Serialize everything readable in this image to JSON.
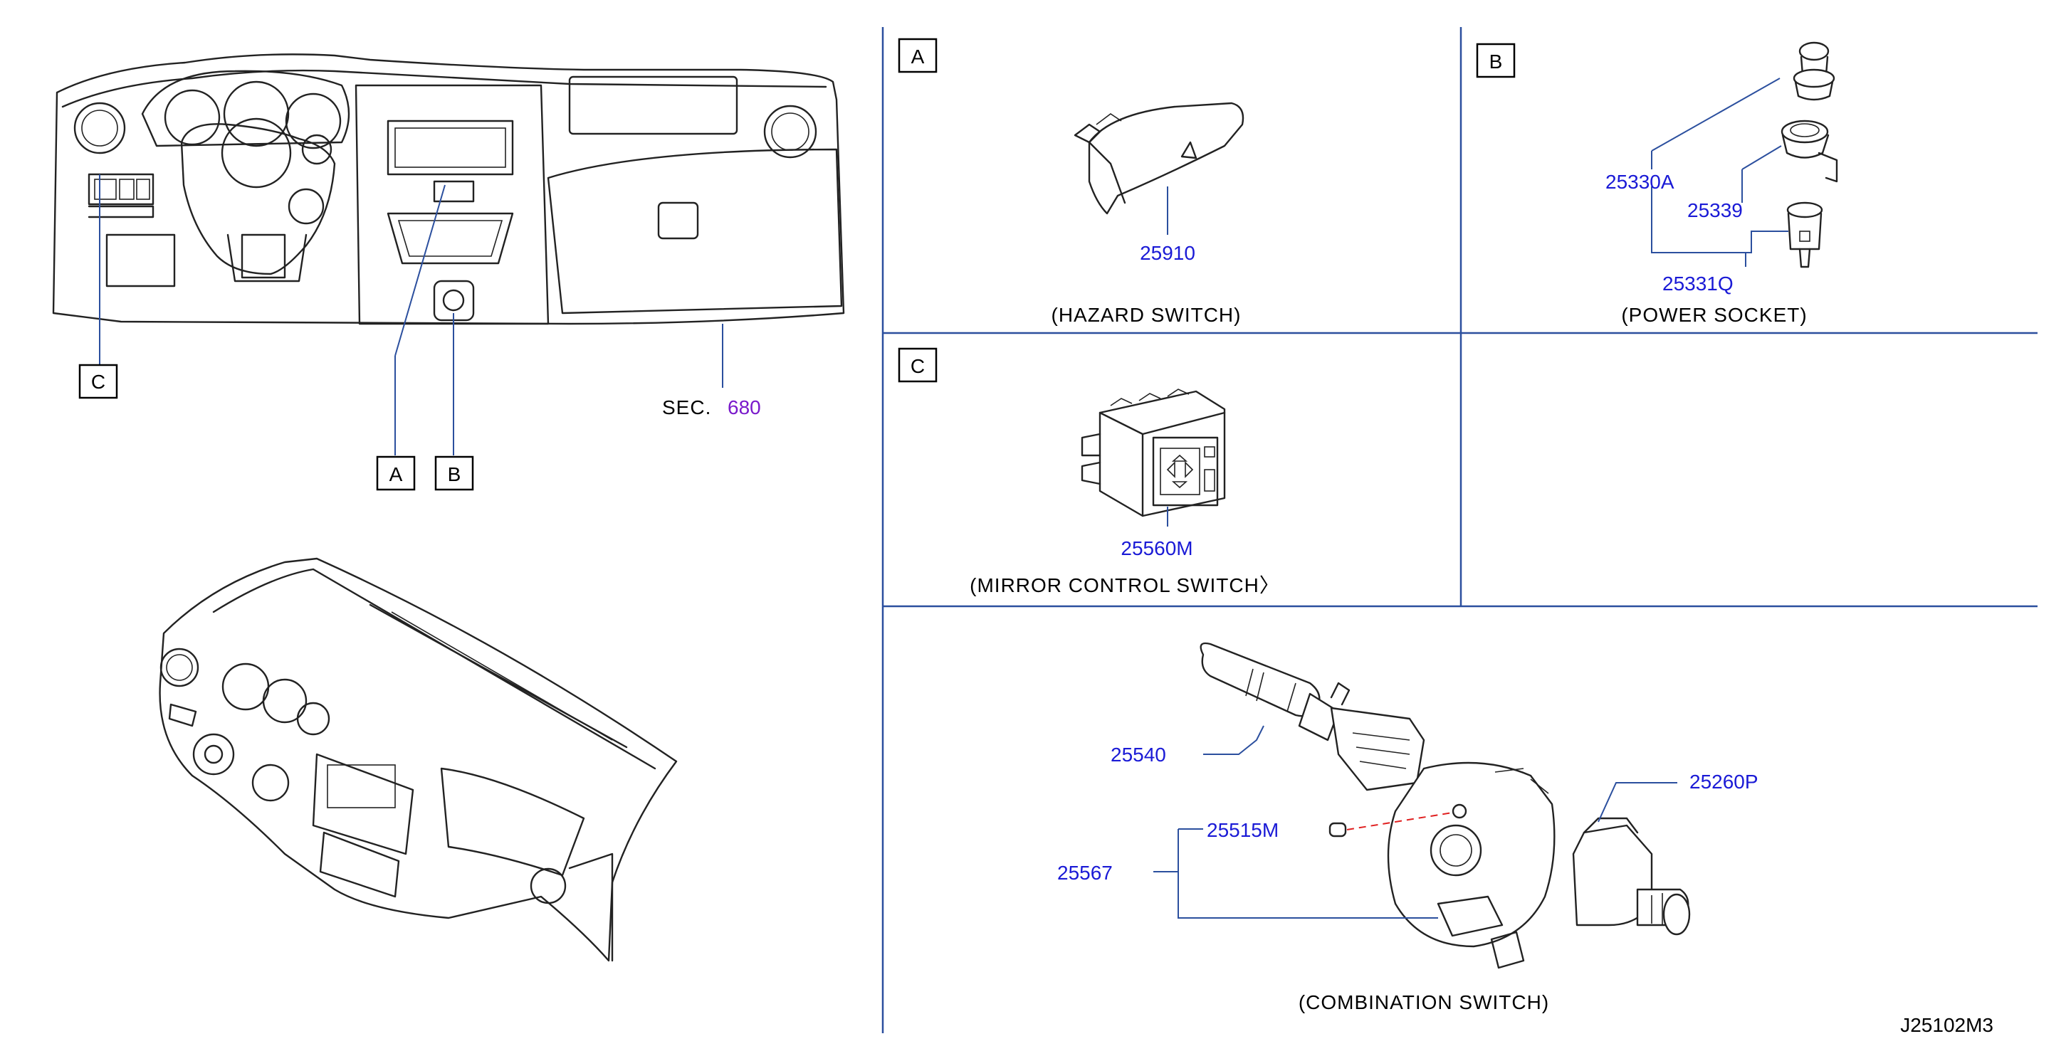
{
  "overview": {
    "callouts": {
      "a": "A",
      "b": "B",
      "c": "C"
    },
    "section_ref": {
      "prefix": "SEC.",
      "number": "680"
    }
  },
  "panels": {
    "a": {
      "letter": "A",
      "part_numbers": [
        "25910"
      ],
      "caption": "(HAZARD   SWITCH)"
    },
    "b": {
      "letter": "B",
      "part_numbers": [
        "25330A",
        "25339",
        "25331Q"
      ],
      "caption": "(POWER   SOCKET)"
    },
    "c": {
      "letter": "C",
      "part_numbers": [
        "25560M"
      ],
      "caption": "(MIRROR   CONTROL   SWITCH〉"
    },
    "combination": {
      "part_numbers": [
        "25540",
        "25260P",
        "25515M",
        "25567"
      ],
      "caption": "(COMBINATION   SWITCH)"
    }
  },
  "diagram_code": "J25102M3",
  "colors": {
    "part_number": "#1a1ad6",
    "section_number": "#7a1acb",
    "divider": "#2b4f9e",
    "dashed_leader": "#e02020"
  }
}
